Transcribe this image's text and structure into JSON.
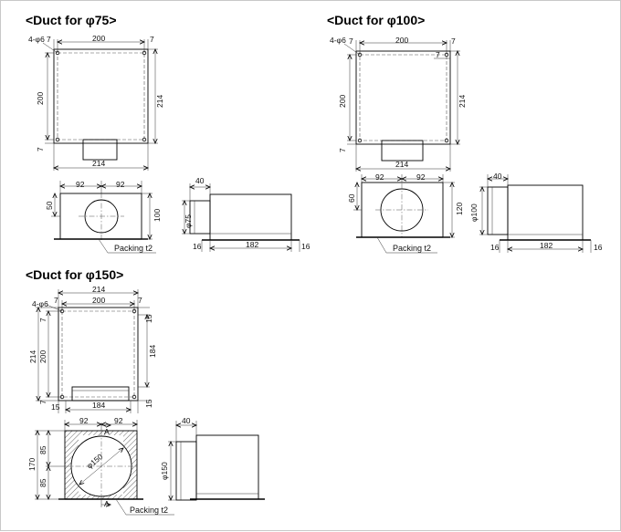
{
  "titles": {
    "phi75": "<Duct for φ75>",
    "phi100": "<Duct for φ100>",
    "phi150": "<Duct for φ150>"
  },
  "labels": {
    "holes": "4-φ6",
    "packing": "Packing t2",
    "section_mark": "A"
  },
  "phi75": {
    "top": {
      "edge_left": "7",
      "width": "200",
      "edge_right": "7",
      "height": "200",
      "height_outer": "214",
      "edge_bottom": "7",
      "width_outer": "214"
    },
    "front": {
      "half_left": "92",
      "half_right": "92",
      "center_height": "50",
      "height": "100"
    },
    "side": {
      "collar_depth": "40",
      "diameter": "φ75",
      "flange_left": "16",
      "length": "182",
      "flange_right": "16"
    }
  },
  "phi100": {
    "top": {
      "edge_left": "7",
      "width": "200",
      "edge_right": "7",
      "inner_edge": "7",
      "height": "200",
      "height_outer": "214",
      "edge_bottom": "7",
      "width_outer": "214"
    },
    "front": {
      "half_left": "92",
      "half_right": "92",
      "center_height": "60",
      "height": "120"
    },
    "side": {
      "collar_depth": "40",
      "diameter": "φ100",
      "flange_left": "16",
      "length": "182",
      "flange_right": "16"
    }
  },
  "phi150": {
    "top": {
      "width_outer": "214",
      "edge_left": "7",
      "width": "200",
      "edge_right": "7",
      "height_outer": "214",
      "height": "200",
      "edge_top_left": "7",
      "inner_height": "184",
      "edge_top_right": "15",
      "edge_bottom_left": "7",
      "flange_left": "15",
      "inner_width": "184",
      "flange_right": "15"
    },
    "front": {
      "half_left": "92",
      "half_right": "92",
      "diameter": "φ150",
      "height": "170",
      "upper": "85",
      "lower": "85"
    },
    "side": {
      "collar_depth": "40",
      "diameter": "φ150"
    }
  }
}
